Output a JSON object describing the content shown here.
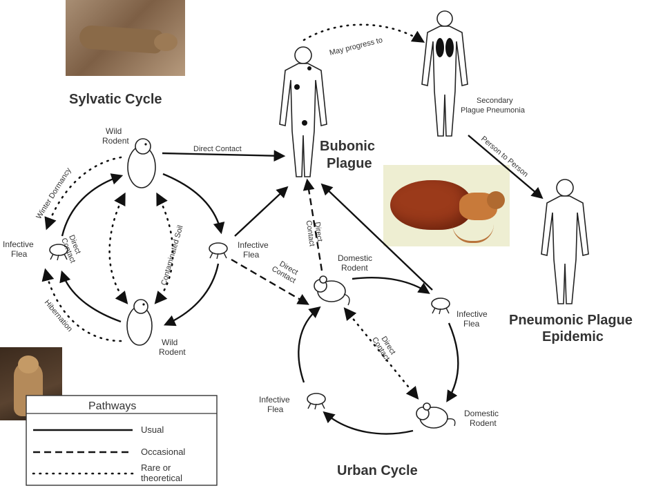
{
  "titles": {
    "sylvatic": "Sylvatic Cycle",
    "urban": "Urban Cycle",
    "bubonic_line1": "Bubonic",
    "bubonic_line2": "Plague",
    "pneumonic_line1": "Pneumonic Plague",
    "pneumonic_line2": "Epidemic"
  },
  "labels": {
    "wild_rodent_top_1": "Wild",
    "wild_rodent_top_2": "Rodent",
    "wild_rodent_bottom_1": "Wild",
    "wild_rodent_bottom_2": "Rodent",
    "infective_flea_left_1": "Infective",
    "infective_flea_left_2": "Flea",
    "infective_flea_mid_1": "Infective",
    "infective_flea_mid_2": "Flea",
    "domestic_rodent_top_1": "Domestic",
    "domestic_rodent_top_2": "Rodent",
    "domestic_rodent_bottom_1": "Domestic",
    "domestic_rodent_bottom_2": "Rodent",
    "infective_flea_right_1": "Infective",
    "infective_flea_right_2": "Flea",
    "infective_flea_urban_left_1": "Infective",
    "infective_flea_urban_left_2": "Flea",
    "secondary_1": "Secondary",
    "secondary_2": "Plague Pneumonia",
    "direct_contact_top": "Direct Contact",
    "direct_contact_left_1": "Direct",
    "direct_contact_left_2": "Contact",
    "direct_contact_mid_1": "Direct",
    "direct_contact_mid_2": "Contact",
    "direct_contact_vert_1": "Direct",
    "direct_contact_vert_2": "Contact",
    "direct_contact_urban_1": "Direct",
    "direct_contact_urban_2": "Contact",
    "winter_dormancy": "Winter Dormancy",
    "hibernation": "Hibernation",
    "contaminated_soil": "Contaminated Soil",
    "may_progress": "May progress to",
    "person_to_person": "Person to Person"
  },
  "legend": {
    "title": "Pathways",
    "usual": "Usual",
    "occasional": "Occasional",
    "rare_1": "Rare or",
    "rare_2": "theoretical"
  },
  "colors": {
    "line": "#111111",
    "flea_photo": "#9b3a1a",
    "ground_photo": "#8b6a4e",
    "rodent_photo": "#a67c52"
  }
}
